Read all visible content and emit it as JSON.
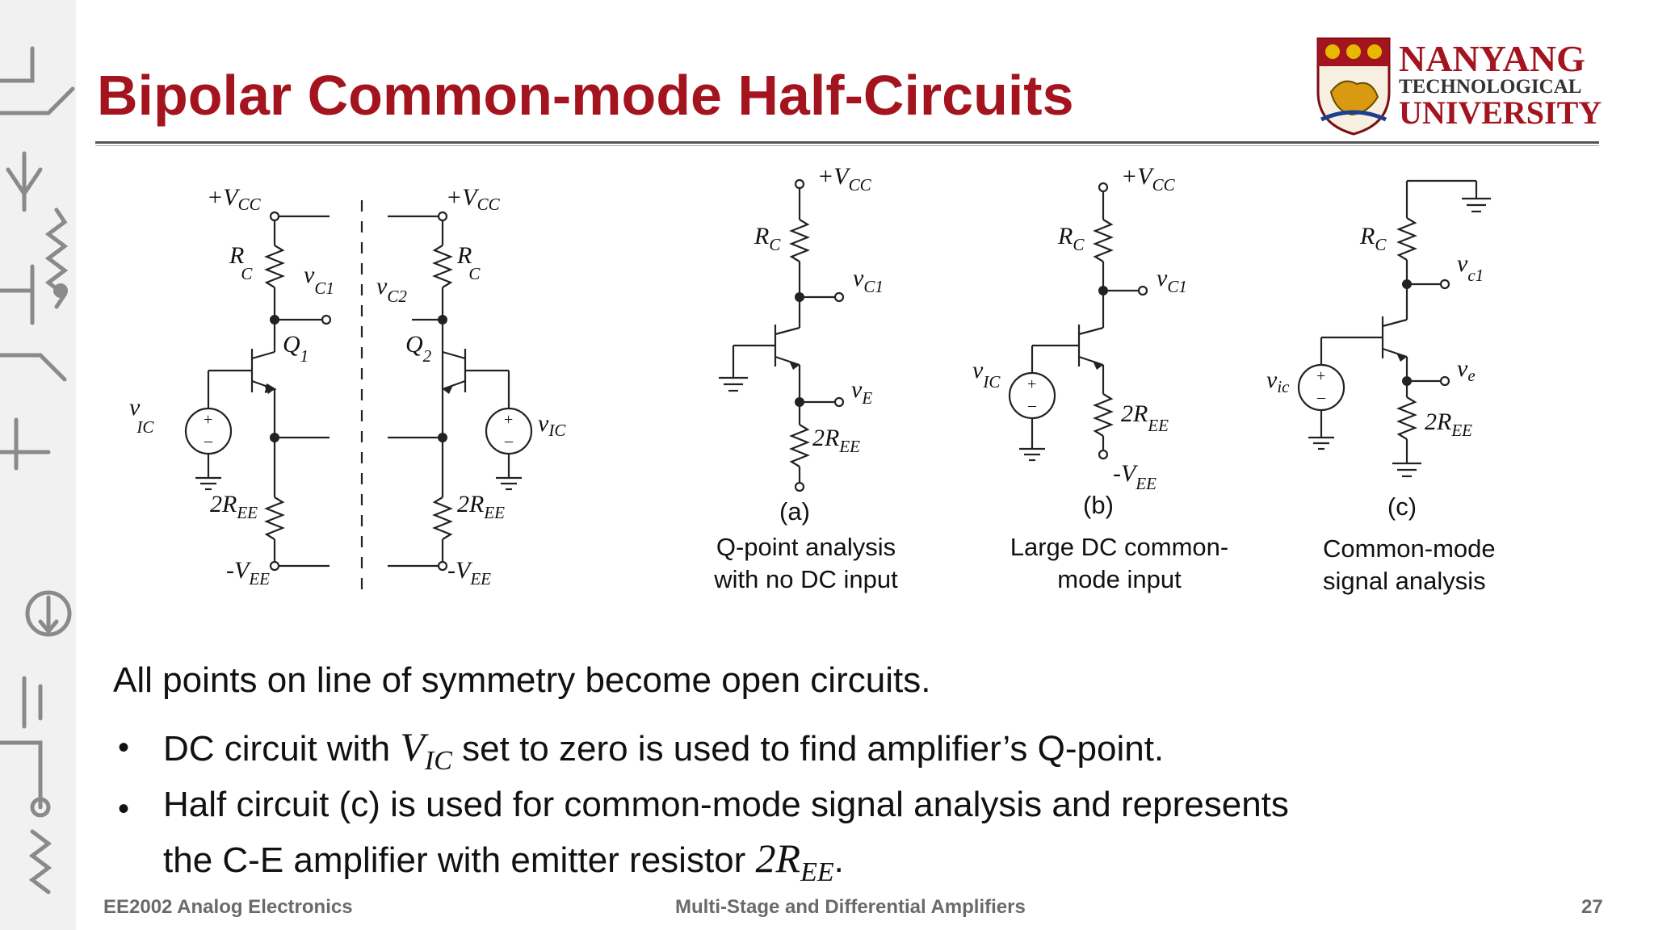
{
  "slide": {
    "title": "Bipolar Common-mode Half-Circuits",
    "logo": {
      "line1": "NANYANG",
      "line2": "TECHNOLOGICAL",
      "line3": "UNIVERSITY"
    },
    "figure": {
      "left": {
        "vcc_left": "+V",
        "vcc_sub": "CC",
        "rc": "R",
        "rc_sub": "C",
        "vc1": "v",
        "vc1_sub": "C1",
        "vc2": "v",
        "vc2_sub": "C2",
        "q1": "Q",
        "q1_sub": "1",
        "q2": "Q",
        "q2_sub": "2",
        "vic": "v",
        "vic_sub": "IC",
        "ree": "2R",
        "ree_sub": "EE",
        "vee": "-V",
        "vee_sub": "EE"
      },
      "a": {
        "vcc": "+V",
        "vcc_sub": "CC",
        "rc": "R",
        "rc_sub": "C",
        "vc1": "v",
        "vc1_sub": "C1",
        "ve": "v",
        "ve_sub": "E",
        "ree": "2R",
        "ree_sub": "EE",
        "tag": "(a)",
        "caption1": "Q-point analysis",
        "caption2": "with no DC input"
      },
      "b": {
        "vcc": "+V",
        "vcc_sub": "CC",
        "rc": "R",
        "rc_sub": "C",
        "vc1": "v",
        "vc1_sub": "C1",
        "vic": "v",
        "vic_sub": "IC",
        "ree": "2R",
        "ree_sub": "EE",
        "vee": "-V",
        "vee_sub": "EE",
        "tag": "(b)",
        "caption1": "Large DC common-",
        "caption2": "mode input"
      },
      "c": {
        "rc": "R",
        "rc_sub": "C",
        "vc1": "v",
        "vc1_sub": "c1",
        "ve": "v",
        "ve_sub": "e",
        "vic": "v",
        "vic_sub": "ic",
        "ree": "2R",
        "ree_sub": "EE",
        "tag": "(c)",
        "caption1": "Common-mode",
        "caption2": "signal analysis"
      }
    },
    "body": {
      "line1": "All points on line of symmetry become open circuits.",
      "bullet_symbol": "•",
      "bullet1_pre": "DC circuit with ",
      "bullet1_math": "V",
      "bullet1_math_sub": "IC",
      "bullet1_post": " set to zero is used to find amplifier’s Q-point.",
      "bullet2_line1": "Half circuit (c) is used for common-mode signal analysis and represents",
      "bullet2_line2_pre": "the C-E amplifier with emitter resistor ",
      "bullet2_math": "2R",
      "bullet2_math_sub": "EE",
      "bullet2_post": "."
    },
    "footer": {
      "course": "EE2002 Analog Electronics",
      "topic": "Multi-Stage and Differential Amplifiers",
      "page": "27"
    },
    "colors": {
      "title_red": "#a3141f",
      "footer_gray": "#6a6a6a"
    }
  }
}
